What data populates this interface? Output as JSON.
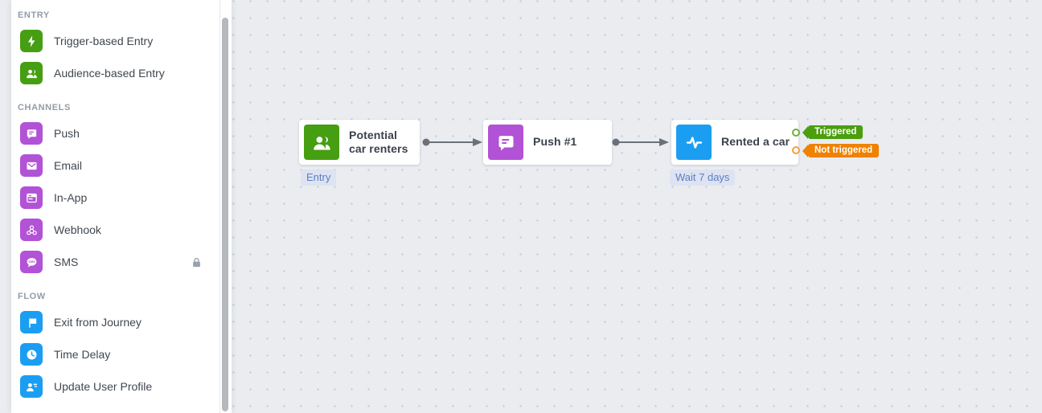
{
  "sidebar": {
    "sections": [
      {
        "label": "ENTRY",
        "items": [
          {
            "label": "Trigger-based Entry",
            "icon": "lightning-icon",
            "color": "#469e12"
          },
          {
            "label": "Audience-based Entry",
            "icon": "people-icon",
            "color": "#469e12"
          }
        ]
      },
      {
        "label": "CHANNELS",
        "items": [
          {
            "label": "Push",
            "icon": "chat-bubble-icon",
            "color": "#b252d6"
          },
          {
            "label": "Email",
            "icon": "envelope-icon",
            "color": "#b252d6"
          },
          {
            "label": "In-App",
            "icon": "app-window-icon",
            "color": "#b252d6"
          },
          {
            "label": "Webhook",
            "icon": "webhook-icon",
            "color": "#b252d6"
          },
          {
            "label": "SMS",
            "icon": "sms-bubble-icon",
            "color": "#b252d6",
            "locked": true
          }
        ]
      },
      {
        "label": "FLOW",
        "items": [
          {
            "label": "Exit from Journey",
            "icon": "flag-icon",
            "color": "#1b9ef2"
          },
          {
            "label": "Time Delay",
            "icon": "clock-icon",
            "color": "#1b9ef2"
          },
          {
            "label": "Update User Profile",
            "icon": "user-edit-icon",
            "color": "#1b9ef2"
          }
        ]
      }
    ]
  },
  "canvas": {
    "nodes": [
      {
        "title": "Potential car renters",
        "icon": "people-icon",
        "icon_color": "#469e12",
        "chip": "Entry"
      },
      {
        "title": "Push #1",
        "icon": "chat-bubble-icon",
        "icon_color": "#b252d6"
      },
      {
        "title": "Rented a car",
        "icon": "activity-pulse-icon",
        "icon_color": "#1b9ef2",
        "chip": "Wait 7 days"
      }
    ],
    "branches": [
      {
        "label": "Triggered",
        "color": "#4b9e0e"
      },
      {
        "label": "Not triggered",
        "color": "#ef8200"
      }
    ]
  },
  "colors": {
    "canvas_bg": "#eaecf0",
    "grid_dot": "#c5cdde",
    "entry_green": "#469e12",
    "channel_purple": "#b252d6",
    "flow_blue": "#1b9ef2",
    "triggered_green": "#4b9e0e",
    "not_triggered_orange": "#ef8200",
    "chip_bg": "#dde3f0",
    "chip_text": "#5b7ec6",
    "connector_gray": "#6b7178"
  }
}
